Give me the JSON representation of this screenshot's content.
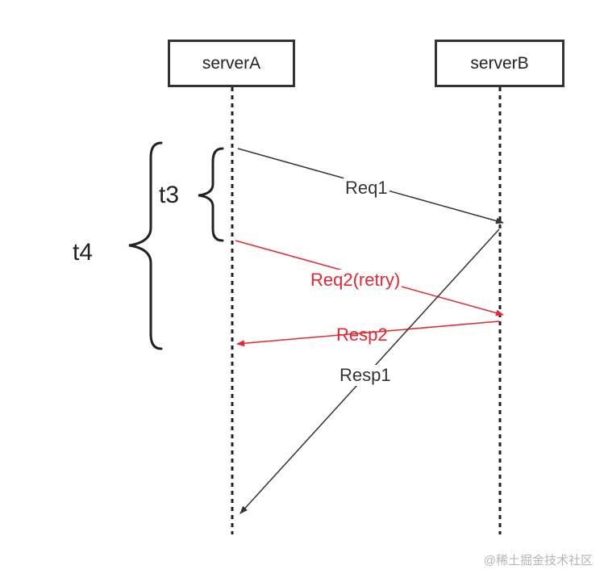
{
  "actors": {
    "a": "serverA",
    "b": "serverB"
  },
  "messages": {
    "req1": "Req1",
    "req2": "Req2(retry)",
    "resp2": "Resp2",
    "resp1": "Resp1"
  },
  "braces": {
    "inner": "t3",
    "outer": "t4"
  },
  "colors": {
    "default": "#333333",
    "retry": "#e8262f"
  },
  "watermark": "@稀土掘金技术社区"
}
